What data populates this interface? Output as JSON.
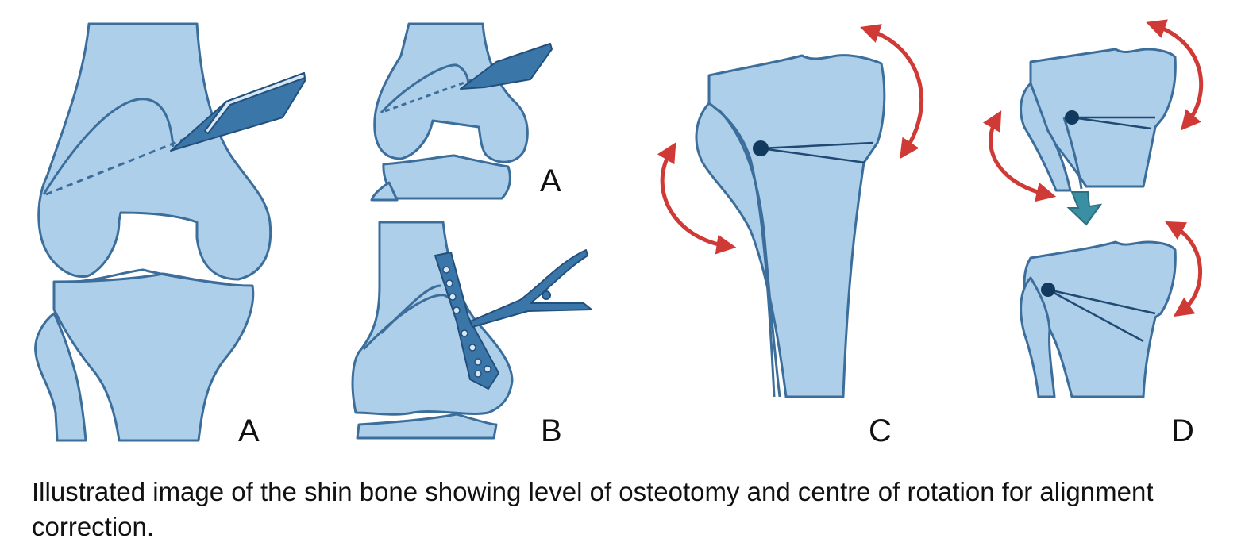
{
  "figure": {
    "panel_labels": {
      "a_large": "A",
      "a_small": "A",
      "b": "B",
      "c": "C",
      "d": "D"
    },
    "caption": "Illustrated image of the shin bone showing level of osteotomy and centre of rotation for alignment correction."
  },
  "colors": {
    "bone_fill": "#aecfea",
    "bone_outline": "#3c6e9c",
    "instrument": "#3b76a8",
    "instrument_dark": "#234f7c",
    "pivot": "#123a5e",
    "arrow_red": "#d03a36",
    "arrow_teal": "#3a8fa2"
  }
}
